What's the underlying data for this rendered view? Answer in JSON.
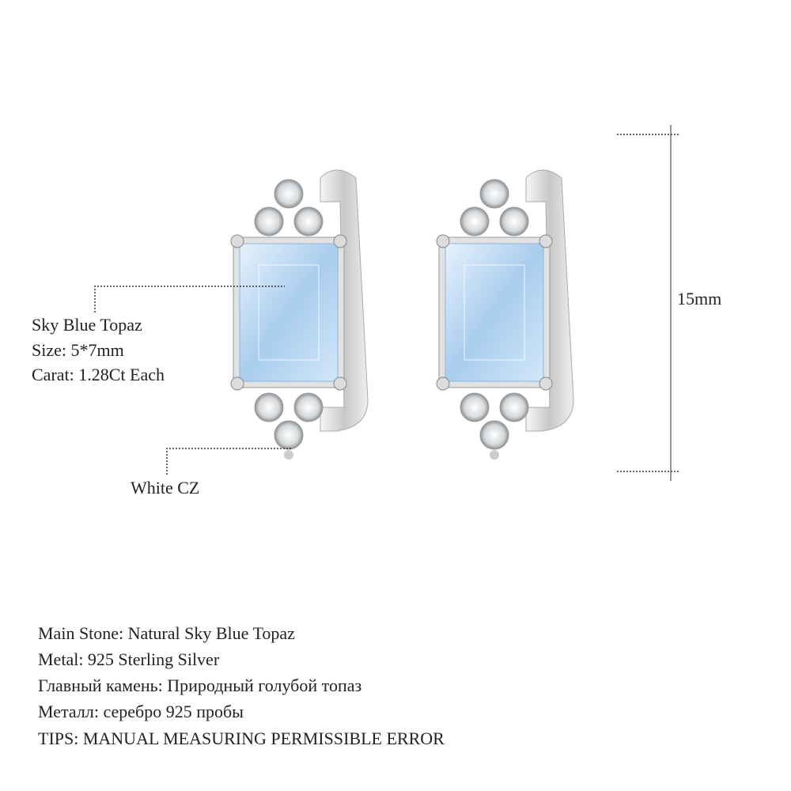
{
  "callouts": {
    "main_stone_name": "Sky Blue Topaz",
    "size": "Size: 5*7mm",
    "carat": "Carat: 1.28Ct Each",
    "side_stone": "White CZ",
    "height_dimension": "15mm"
  },
  "specs": [
    "Main Stone: Natural Sky Blue Topaz",
    "Metal: 925 Sterling Silver",
    "Главный камень: Природный голубой топаз",
    "Металл: серебро 925 пробы",
    "TIPS: MANUAL MEASURING PERMISSIBLE ERROR"
  ],
  "colors": {
    "topaz": "#bcd9f2",
    "silver": "#d8dadc",
    "text": "#222222"
  }
}
